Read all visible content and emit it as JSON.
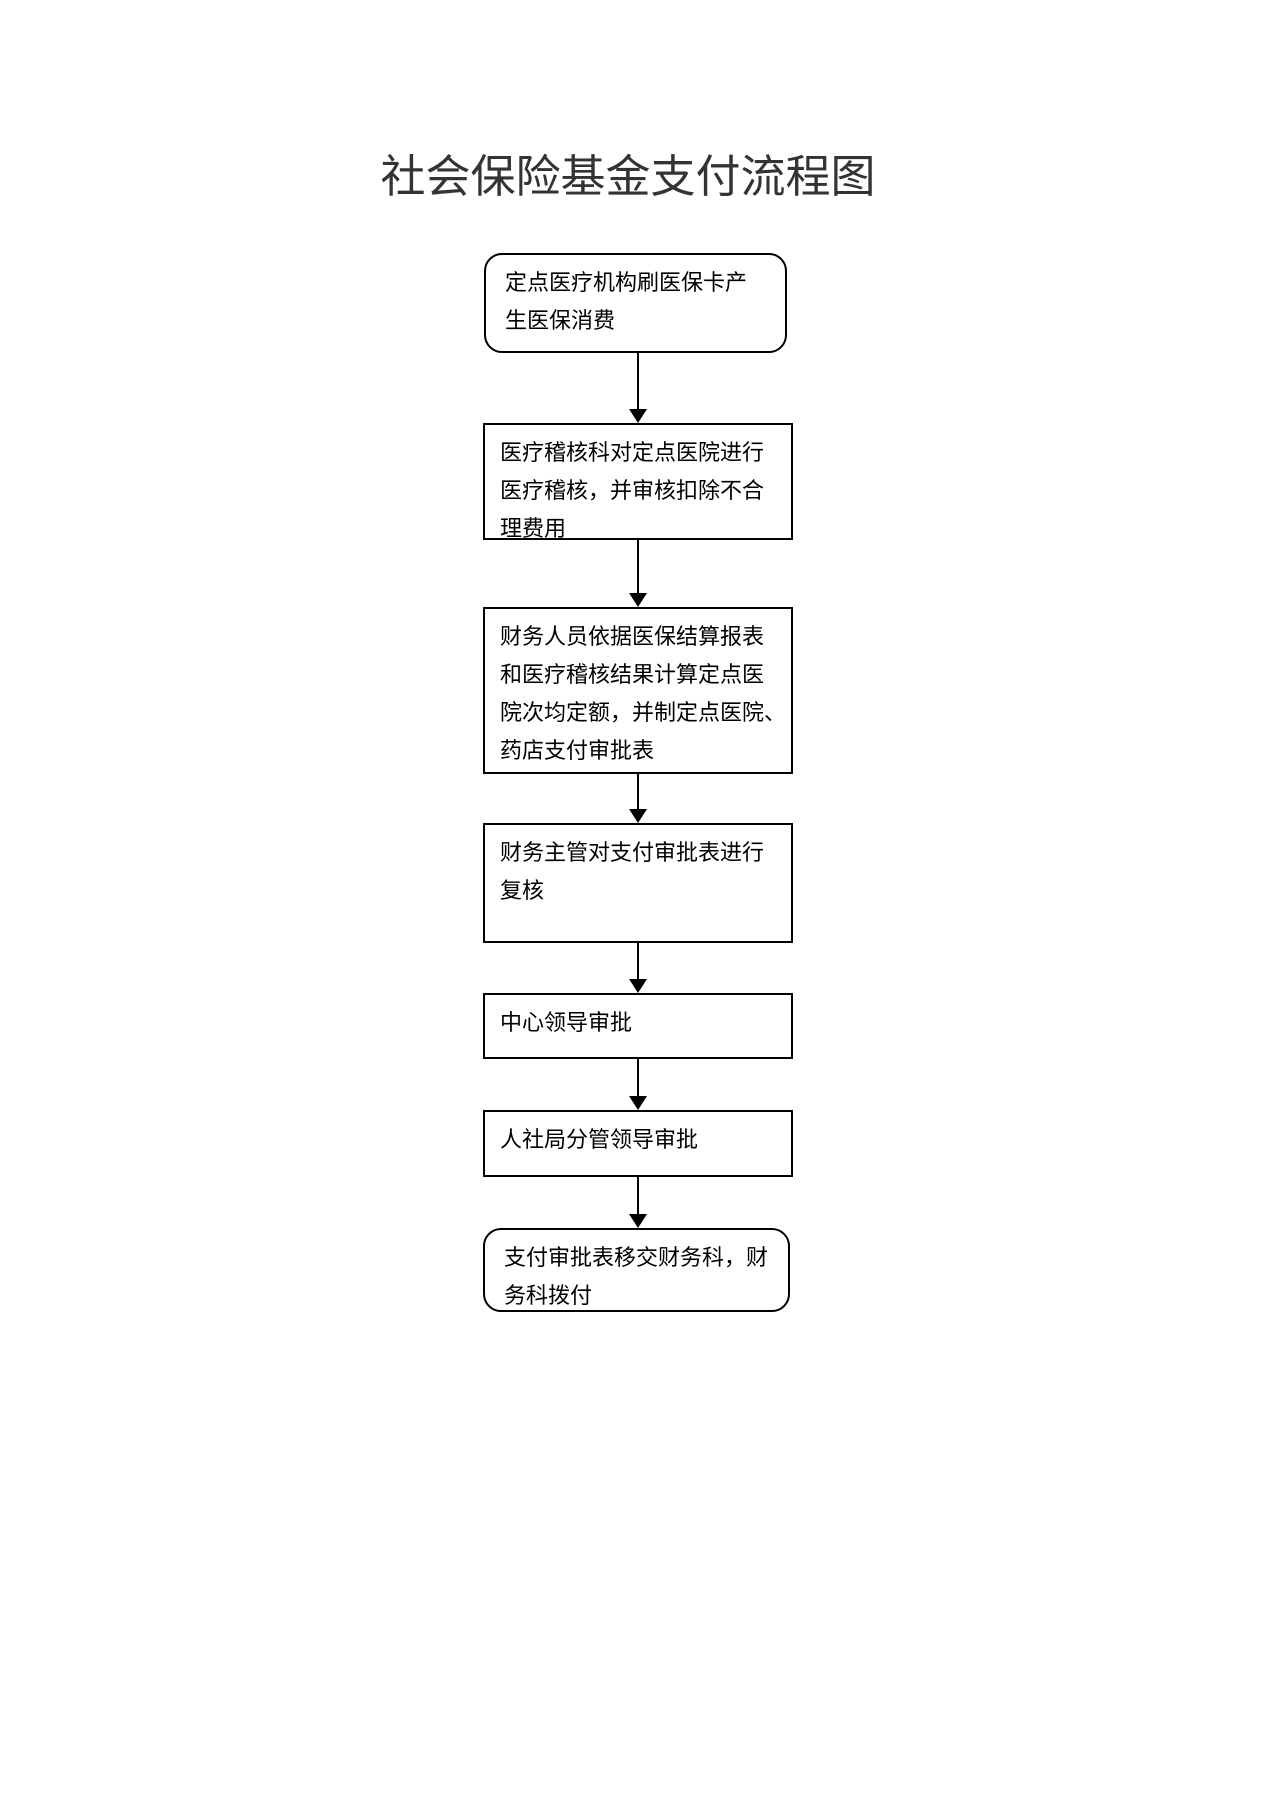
{
  "title": "社会保险基金支付流程图",
  "colors": {
    "background": "#ffffff",
    "line": "#000000",
    "title_text": "#333333",
    "node_text": "#000000"
  },
  "flowchart": {
    "nodes": [
      {
        "id": "start-consume",
        "shape": "rounded",
        "text": "定点医疗机构刷医保卡产\n生医保消费"
      },
      {
        "id": "medical-audit",
        "shape": "rectangle",
        "text": "医疗稽核科对定点医院进行\n医疗稽核，并审核扣除不合\n理费用"
      },
      {
        "id": "finance-calc",
        "shape": "rectangle",
        "text": "财务人员依据医保结算报表\n和医疗稽核结果计算定点医\n院次均定额，并制定点医院、\n药店支付审批表"
      },
      {
        "id": "finance-review",
        "shape": "rectangle",
        "text": "财务主管对支付审批表进行\n复核"
      },
      {
        "id": "center-approval",
        "shape": "rectangle",
        "text": "中心领导审批"
      },
      {
        "id": "bureau-approval",
        "shape": "rectangle",
        "text": "人社局分管领导审批"
      },
      {
        "id": "end-payment",
        "shape": "rounded",
        "text": "支付审批表移交财务科，财\n务科拨付"
      }
    ],
    "edges": [
      {
        "from": "start-consume",
        "to": "medical-audit"
      },
      {
        "from": "medical-audit",
        "to": "finance-calc"
      },
      {
        "from": "finance-calc",
        "to": "finance-review"
      },
      {
        "from": "finance-review",
        "to": "center-approval"
      },
      {
        "from": "center-approval",
        "to": "bureau-approval"
      },
      {
        "from": "bureau-approval",
        "to": "end-payment"
      }
    ]
  }
}
